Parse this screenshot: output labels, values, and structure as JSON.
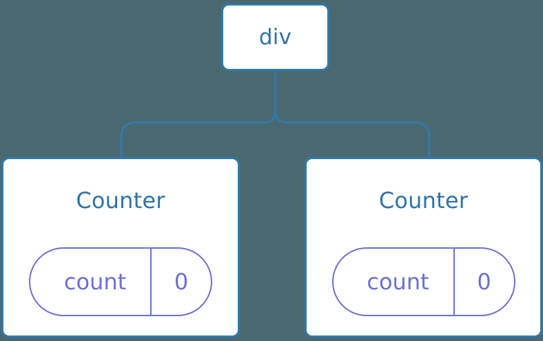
{
  "diagram": {
    "type": "component-tree",
    "background_color": "#4a6870",
    "node_border_color": "#2f7aad",
    "node_fill_color": "#ffffff",
    "node_text_color": "#2f74a8",
    "edge_color": "#2f7aad",
    "pill_color": "#6b6fd6",
    "root": {
      "label": "div"
    },
    "children": [
      {
        "label": "Counter",
        "state": {
          "key": "count",
          "value": "0"
        }
      },
      {
        "label": "Counter",
        "state": {
          "key": "count",
          "value": "0"
        }
      }
    ]
  }
}
